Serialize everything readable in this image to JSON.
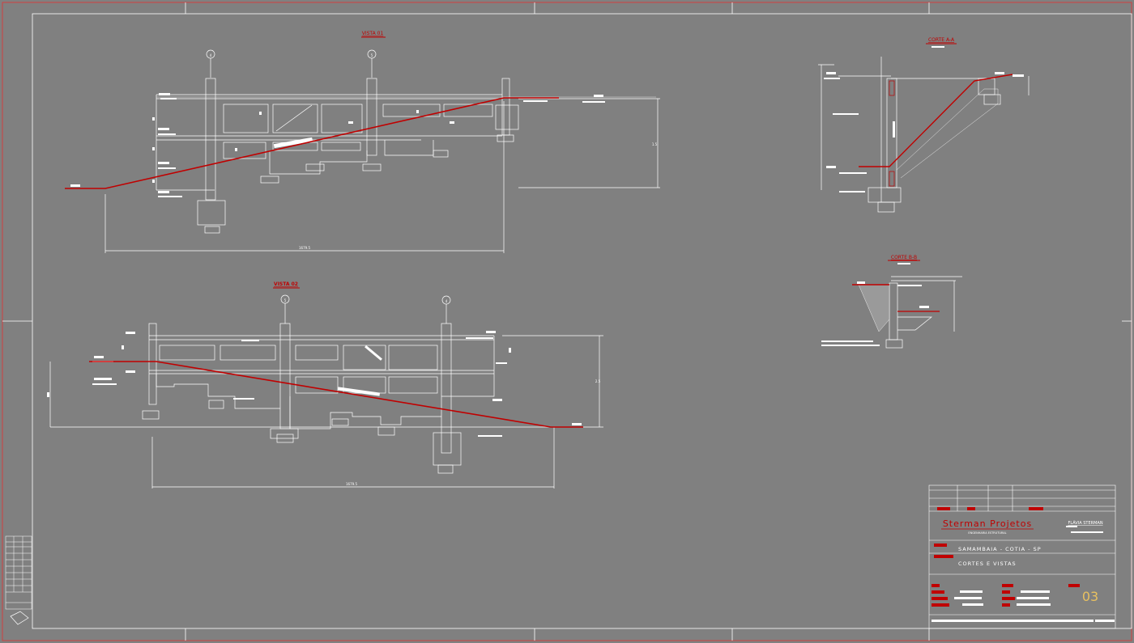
{
  "drawing": {
    "views": {
      "vista_01": {
        "title": "VISTA 01",
        "grid_left": "4",
        "grid_right": "5",
        "total_dim": "1679.5",
        "height_dim": "1.5"
      },
      "vista_02": {
        "title": "VISTA 02",
        "grid_left": "5",
        "grid_right": "4",
        "total_dim": "1679.5",
        "height_dim": "2.5"
      },
      "corte_aa": {
        "title": "CORTE A-A"
      },
      "corte_bb": {
        "title": "CORTE B-B"
      }
    },
    "title_block": {
      "company": "Sterman Projetos",
      "company_subtitle": "ENGENHARIA ESTRUTURAL",
      "engineer": "FLÁVIA STERMAN",
      "location": "SAMAMBAIA - COTIA - SP",
      "sheet_title": "CORTES E VISTAS",
      "sheet_number": "03"
    },
    "colors": {
      "background": "#808080",
      "line": "#ffffff",
      "accent": "#c00000",
      "border": "#d04040",
      "sheet_number": "#e8c060"
    }
  }
}
